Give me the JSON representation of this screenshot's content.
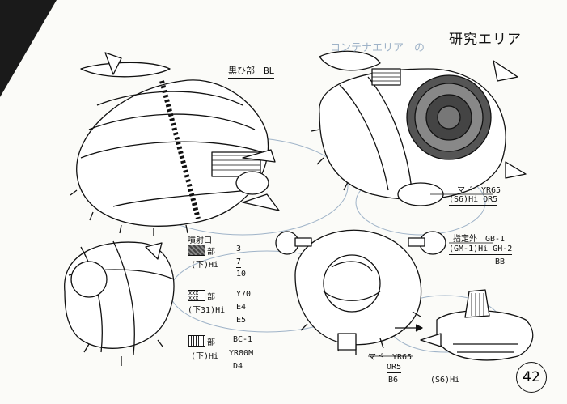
{
  "header": {
    "title": "研究エリア"
  },
  "labels": {
    "top_part": "黒ひ部　BL",
    "faint_overlay": "コンテナエリア　の",
    "top_right_code_1": "マド　YR65",
    "top_right_code_2": "(S6)Hi OR5",
    "right_color_1": "指定外　GB-1",
    "right_color_2": "(GM-1)Hi GH-2",
    "right_color_3": "BB",
    "bottom_code_1": "マド　YR65",
    "bottom_code_2": "OR5",
    "bottom_code_3": "B6",
    "bottom_code_4": "(S6)Hi"
  },
  "legend": {
    "jet_label": "噴射口",
    "rows": [
      {
        "part": "部",
        "val1": "3",
        "hi_prefix": "(下)Hi",
        "val2": "7",
        "val3": "10"
      },
      {
        "part": "部",
        "val1": "Y70",
        "hi_prefix": "(下31)Hi",
        "val2": "E4",
        "val3": "E5"
      },
      {
        "part": "部",
        "val1": "BC-1",
        "hi_prefix": "(下)Hi",
        "val2": "YR80M",
        "val3": "D4"
      }
    ]
  },
  "page_number": "42"
}
